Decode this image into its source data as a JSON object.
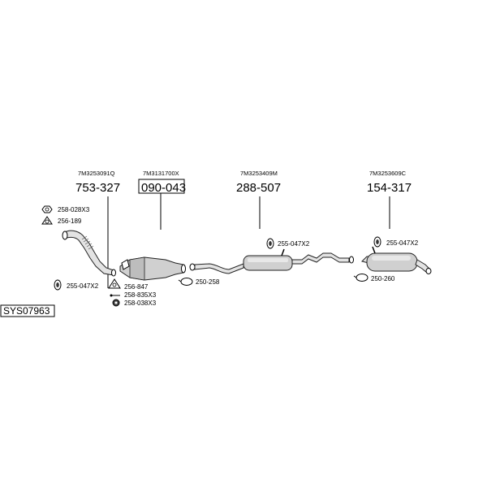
{
  "diagram": {
    "system_code": "SYS07963",
    "main_parts": [
      {
        "oem": "7M3253091Q",
        "part_no": "753-327",
        "boxed": false
      },
      {
        "oem": "7M3131700X",
        "part_no": "090-043",
        "boxed": true
      },
      {
        "oem": "7M3253409M",
        "part_no": "288-507",
        "boxed": false
      },
      {
        "oem": "7M3253609C",
        "part_no": "154-317",
        "boxed": false
      }
    ],
    "accessories": [
      {
        "label": "258-028X3",
        "icon": "nut-icon"
      },
      {
        "label": "256-189",
        "icon": "gasket-icon"
      },
      {
        "label": "255-047X2",
        "icon": "rubber-hanger-icon"
      },
      {
        "label": "256-847",
        "icon": "gasket-icon"
      },
      {
        "label": "258-835X3",
        "icon": "bolt-icon"
      },
      {
        "label": "258-038X3",
        "icon": "nut-icon"
      },
      {
        "label": "250-258",
        "icon": "clamp-icon"
      },
      {
        "label": "255-047X2",
        "icon": "rubber-hanger-icon"
      },
      {
        "label": "255-047X2",
        "icon": "rubber-hanger-icon"
      },
      {
        "label": "250-260",
        "icon": "clamp-icon"
      }
    ]
  }
}
